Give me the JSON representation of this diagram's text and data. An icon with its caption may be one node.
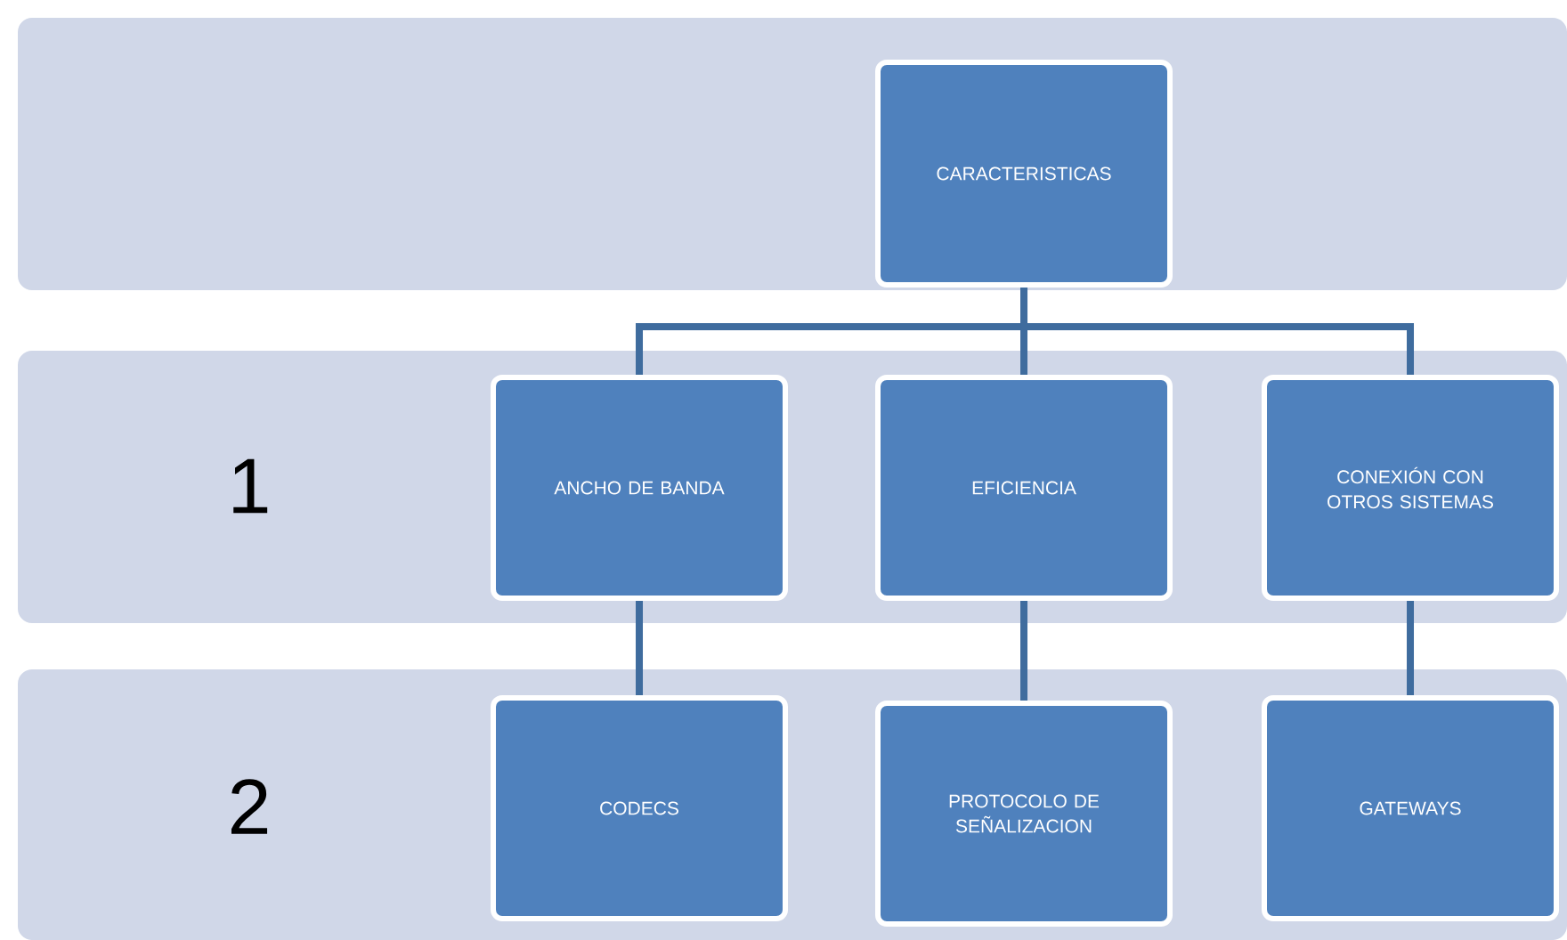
{
  "diagram": {
    "nodes": [
      {
        "text": [],
        "shape": "box"
      },
      {
        "text": [
          "CARACTERISTICAS"
        ],
        "in": 0
      },
      {
        "text": [
          "1"
        ]
      },
      {
        "text": [
          "ANCHO DE BANDA"
        ],
        "in": 2
      },
      {
        "text": [
          "EFICIENCIA"
        ],
        "in": 2
      },
      {
        "text": [
          "CONEXIÓN CON OTROS SISTEMAS"
        ],
        "in": 2
      },
      {
        "text": [
          "2"
        ]
      },
      {
        "text": [
          "CODECS"
        ],
        "in": 6
      },
      {
        "text": [
          "PROTOCOLO DE SEÑALIZACION"
        ],
        "in": 6
      },
      {
        "text": [
          "GATEWAYS"
        ],
        "in": 6
      }
    ],
    "edges": [
      {
        "from": 1,
        "to": 3,
        "arrow": "none"
      },
      {
        "from": 1,
        "to": 4,
        "arrow": "none"
      },
      {
        "from": 1,
        "to": 5,
        "arrow": "none"
      },
      {
        "from": 3,
        "to": 7,
        "arrow": "none"
      },
      {
        "from": 4,
        "to": 8,
        "arrow": "none"
      },
      {
        "from": 5,
        "to": 9,
        "arrow": "none"
      }
    ]
  }
}
